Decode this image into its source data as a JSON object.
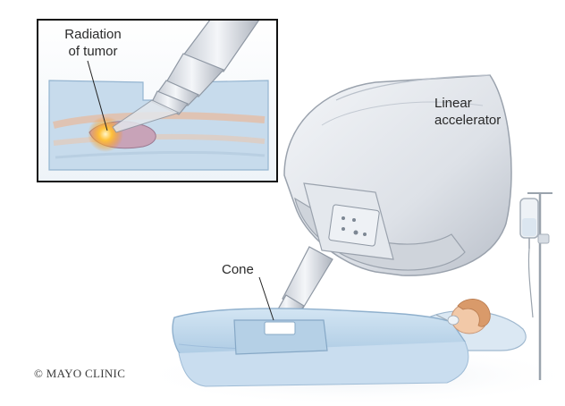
{
  "labels": {
    "radiation_line1": "Radiation",
    "radiation_line2": "of tumor",
    "linear_line1": "Linear",
    "linear_line2": "accelerator",
    "cone": "Cone"
  },
  "copyright": {
    "symbol": "©",
    "text": "MAYO CLINIC"
  },
  "colors": {
    "machine": "#e6e9ee",
    "machine_shade": "#c9ced6",
    "sheet": "#bcd6ea",
    "sheet_dark": "#9fc0dc",
    "skin": "#f2c9a8",
    "hair": "#d99a6a",
    "tumor_glow": "#ffb020",
    "inset_border": "#111111"
  }
}
